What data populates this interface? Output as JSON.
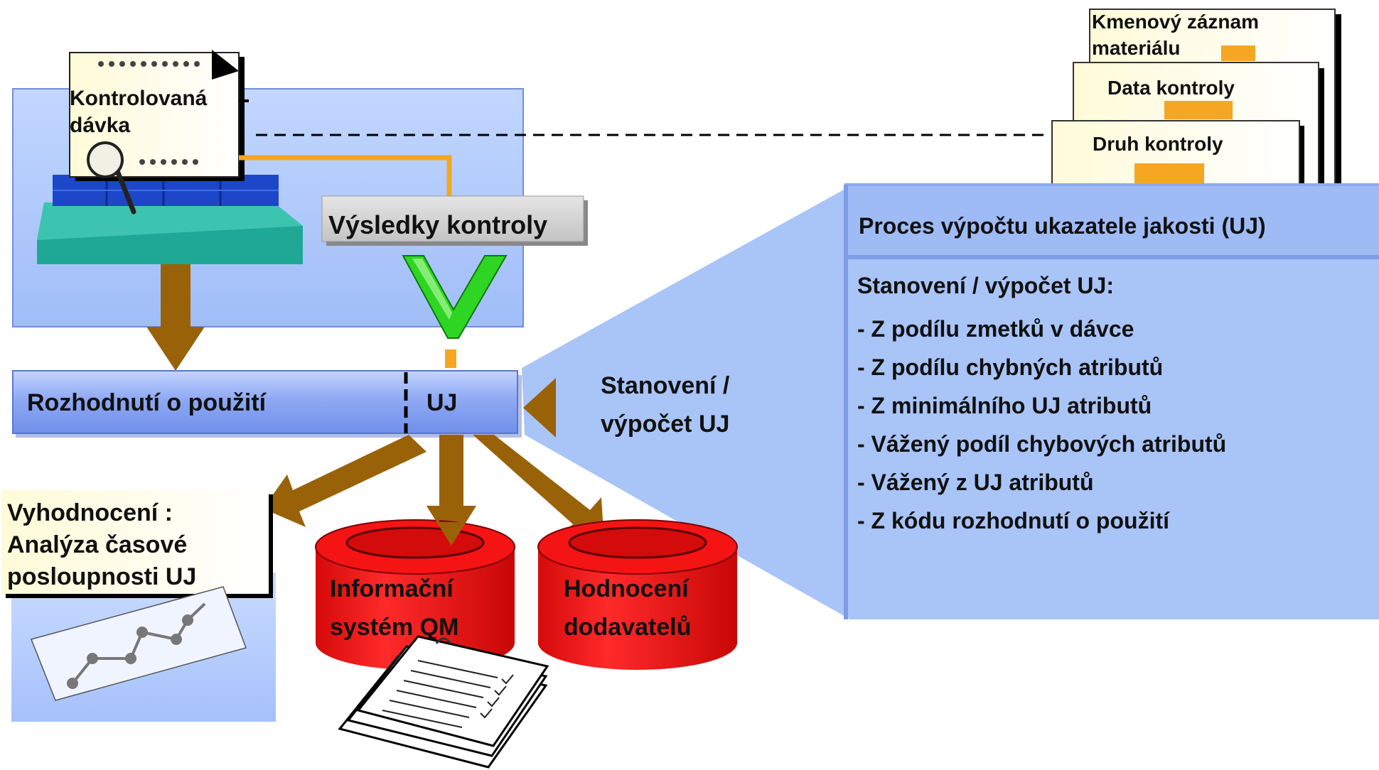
{
  "batch": {
    "title_line1": "Kontrolovaná",
    "title_line2": "dávka"
  },
  "results": {
    "label": "Výsledky kontroly"
  },
  "decision": {
    "label": "Rozhodnutí o použití",
    "uj_label": "UJ"
  },
  "calc": {
    "line1": "Stanovení /",
    "line2": "výpočet UJ"
  },
  "evaluation": {
    "line1": "Vyhodnocení :",
    "line2": "Analýza časové",
    "line3": "posloupnosti UJ"
  },
  "databases": [
    {
      "line1": "Informační",
      "line2": "systém QM"
    },
    {
      "line1": "Hodnocení",
      "line2": "dodavatelů"
    }
  ],
  "master_cards": [
    {
      "line1": "Kmenový záznam",
      "line2": "materiálu"
    },
    {
      "line1": "Data kontroly"
    },
    {
      "line1": "Druh kontroly"
    }
  ],
  "process": {
    "title": "Proces výpočtu ukazatele jakosti (UJ)",
    "subtitle": "Stanovení / výpočet UJ:",
    "items": [
      "- Z podílu zmetků v dávce",
      "- Z podílu chybných atributů",
      "- Z minimálního UJ atributů",
      "- Vážený podíl chybových atributů",
      "- Vážený z UJ atributů",
      "- Z kódu rozhodnutí o použití"
    ]
  },
  "colors": {
    "panel_blue": "#a9c4f7",
    "bar_blue": "#7f9df0",
    "arrow_brown": "#9a6208",
    "db_red": "#ee1212",
    "check_green": "#33dd22",
    "connector_orange": "#f5a623",
    "note_yellow": "#fffad0"
  }
}
